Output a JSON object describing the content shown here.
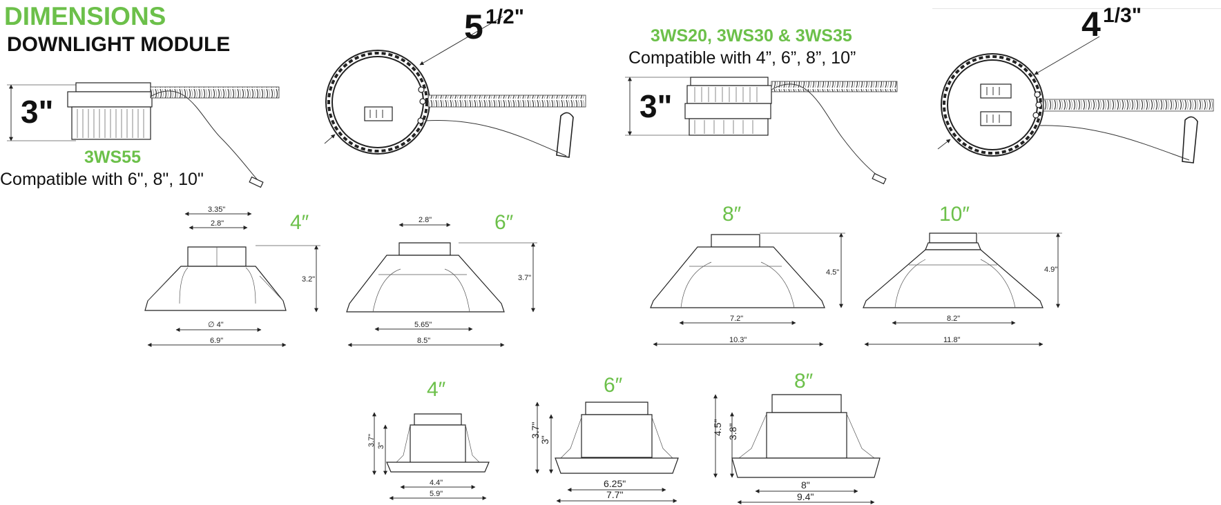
{
  "header": {
    "title": "DIMENSIONS",
    "subtitle": "DOWNLIGHT MODULE"
  },
  "modules": [
    {
      "height_label": "3\"",
      "model": "3WS55",
      "compat": "Compatible with 6\", 8\", 10\"",
      "diameter_whole": "5",
      "diameter_frac": "1/2\""
    },
    {
      "height_label": "3\"",
      "model": "3WS20, 3WS30 & 3WS35",
      "compat": "Compatible with 4”, 6”, 8”, 10”",
      "diameter_whole": "4",
      "diameter_frac": "1/3\""
    }
  ],
  "reflectors": [
    {
      "size": "4″",
      "top_outer": "3.35\"",
      "top": "2.8\"",
      "height": "3.2\"",
      "inner": "∅ 4\"",
      "outer": "6.9\""
    },
    {
      "size": "6″",
      "top": "2.8\"",
      "height": "3.7\"",
      "inner": "5.65\"",
      "outer": "8.5\""
    },
    {
      "size": "8″",
      "height": "4.5\"",
      "inner": "7.2\"",
      "outer": "10.3\""
    },
    {
      "size": "10″",
      "height": "4.9\"",
      "inner": "8.2\"",
      "outer": "11.8\""
    }
  ],
  "trims": [
    {
      "size": "4″",
      "total_height": "3.7\"",
      "height": "3\"",
      "inner": "4.4\"",
      "outer": "5.9\""
    },
    {
      "size": "6″",
      "total_height": "3.7\"",
      "height": "3\"",
      "inner": "6.25\"",
      "outer": "7.7\""
    },
    {
      "size": "8″",
      "total_height": "4.5\"",
      "height": "3.8\"",
      "inner": "8\"",
      "outer": "9.4\""
    }
  ],
  "colors": {
    "accent": "#6cc04a",
    "ink": "#111111"
  }
}
